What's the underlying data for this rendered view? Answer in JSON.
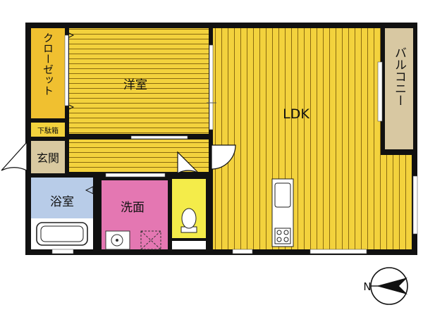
{
  "rooms": {
    "closet": "クローゼット",
    "western_room": "洋室",
    "shoe_cabinet": "下駄箱",
    "entrance": "玄関",
    "bathroom": "浴室",
    "washroom": "洗面",
    "ldk": "LDK",
    "balcony": "バルコニー"
  },
  "compass": {
    "north_label": "N"
  },
  "colors": {
    "floor_wood": "#F3D23D",
    "floor_stripe": "#8A6A10",
    "closet": "#F0C030",
    "entrance": "#D9C9A0",
    "balcony": "#D8C8A2",
    "bathroom": "#B8CCE8",
    "washroom": "#E477B2",
    "toilet": "#F4EC4A",
    "wall": "#111111"
  }
}
